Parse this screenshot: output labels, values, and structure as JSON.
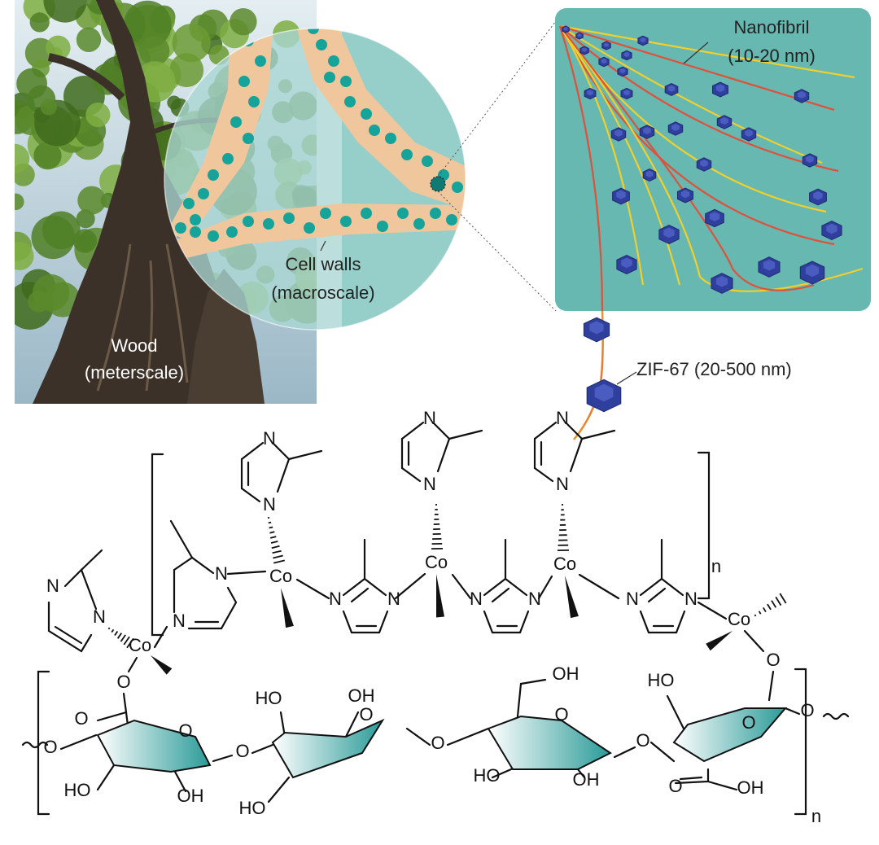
{
  "labels": {
    "wood": [
      "Wood",
      "(meterscale)"
    ],
    "cell_walls": [
      "Cell walls",
      "(macroscale)"
    ],
    "nanofibril": [
      "Nanofibril",
      "(10-20 nm)"
    ],
    "zif": "ZIF-67 (20-500 nm)"
  },
  "atoms": {
    "nitrogen": "N",
    "cobalt": "Co",
    "oxygen": "O",
    "hydroxyl": "OH",
    "hydroxyl_left": "HO",
    "repeat": "n"
  },
  "colors": {
    "sky": "#cfe0ea",
    "foliage": "#5f8f2c",
    "trunk": "#3b3128",
    "lens": "#8ac7c4",
    "cell_wall": "#f0c79c",
    "particle": "#16a39a",
    "panel": "#66b8b1",
    "zif_crystal": "#2f3f9e",
    "fibril_yellow": "#f2cf2a",
    "fibril_red": "#e0503a",
    "sugar_teal": "#2a9b98"
  }
}
